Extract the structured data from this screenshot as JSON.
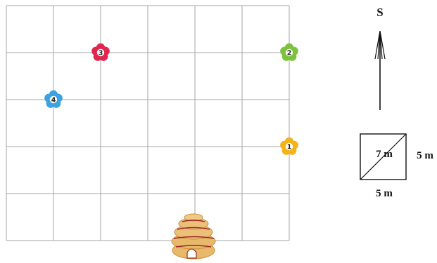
{
  "compass": {
    "label": "S"
  },
  "flowers": [
    {
      "number": "1",
      "color": "#f2b418",
      "grid_col": 6,
      "grid_row": 3
    },
    {
      "number": "2",
      "color": "#7cc23a",
      "grid_col": 6,
      "grid_row": 1
    },
    {
      "number": "3",
      "color": "#e0264f",
      "grid_col": 2,
      "grid_row": 1
    },
    {
      "number": "4",
      "color": "#3aa3e0",
      "grid_col": 1,
      "grid_row": 2
    }
  ],
  "grid": {
    "columns": 6,
    "rows": 5,
    "line_color": "#a6a6a6"
  },
  "scale": {
    "diagonal_label": "7 m",
    "side_label": "5 m",
    "bottom_label": "5 m"
  },
  "hive": {
    "color": "#e8b96a",
    "stripe_color": "#9a2a2a"
  }
}
